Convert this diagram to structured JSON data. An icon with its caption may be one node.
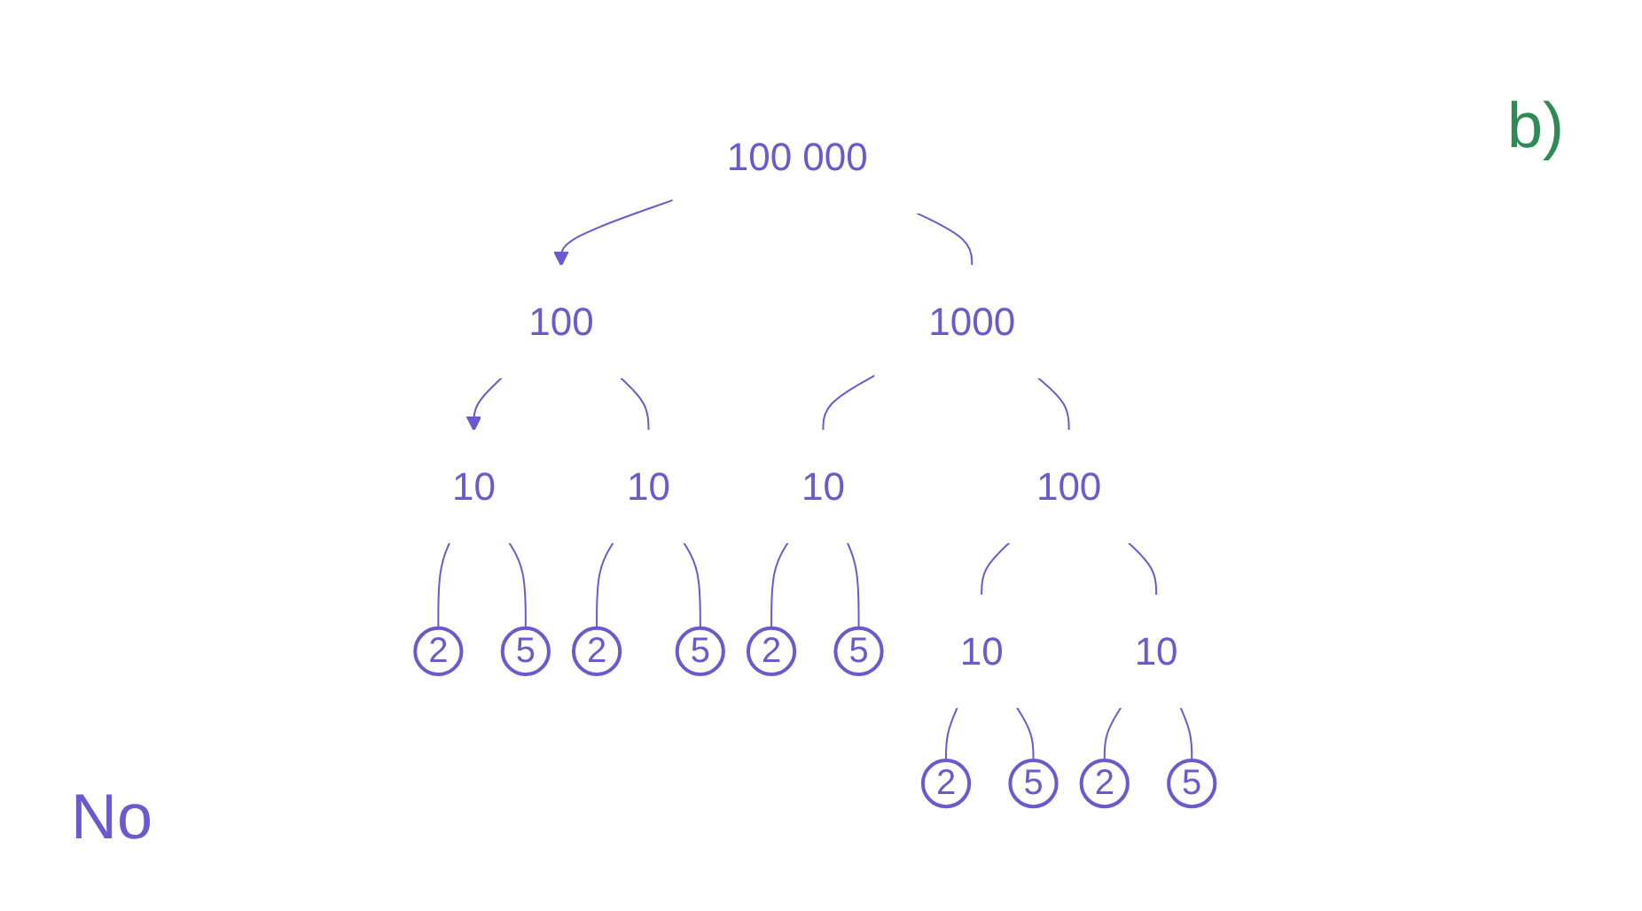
{
  "diagram": {
    "nodes": [
      {
        "text": [
          "100 000"
        ]
      },
      {
        "text": [
          "100"
        ]
      },
      {
        "text": [
          "1000"
        ]
      },
      {
        "text": [
          "10"
        ]
      },
      {
        "text": [
          "10"
        ]
      },
      {
        "text": [
          "2"
        ]
      },
      {
        "text": [
          "5"
        ]
      },
      {
        "text": [
          "2"
        ]
      },
      {
        "text": [
          "5"
        ]
      },
      {
        "text": [
          "10"
        ]
      },
      {
        "text": [
          "100"
        ]
      },
      {
        "text": [
          "2"
        ]
      },
      {
        "text": [
          "5"
        ]
      },
      {
        "text": [
          "10"
        ]
      },
      {
        "text": [
          "10"
        ]
      },
      {
        "text": [
          "2"
        ]
      },
      {
        "text": [
          "5"
        ]
      },
      {
        "text": [
          "2"
        ]
      },
      {
        "text": [
          "5"
        ]
      }
    ],
    "edges": [
      {
        "from": 0,
        "to": 1,
        "arrow": "to"
      },
      {
        "from": 0,
        "to": 2,
        "arrow": "none"
      },
      {
        "from": 1,
        "to": 3,
        "arrow": "to"
      },
      {
        "from": 1,
        "to": 4,
        "arrow": "none"
      },
      {
        "from": 3,
        "to": 5,
        "arrow": "none"
      },
      {
        "from": 3,
        "to": 6,
        "arrow": "none"
      },
      {
        "from": 4,
        "to": 7,
        "arrow": "none"
      },
      {
        "from": 4,
        "to": 8,
        "arrow": "none"
      },
      {
        "from": 2,
        "to": 9,
        "arrow": "none"
      },
      {
        "from": 2,
        "to": 10,
        "arrow": "none"
      },
      {
        "from": 9,
        "to": 11,
        "arrow": "none"
      },
      {
        "from": 9,
        "to": 12,
        "arrow": "none"
      },
      {
        "from": 10,
        "to": 13,
        "arrow": "none"
      },
      {
        "from": 10,
        "to": 14,
        "arrow": "none"
      },
      {
        "from": 13,
        "to": 15,
        "arrow": "none"
      },
      {
        "from": 13,
        "to": 16,
        "arrow": "none"
      },
      {
        "from": 14,
        "to": 17,
        "arrow": "none"
      },
      {
        "from": 14,
        "to": 18,
        "arrow": "none"
      }
    ],
    "labels": [
      "b)",
      "No"
    ]
  }
}
